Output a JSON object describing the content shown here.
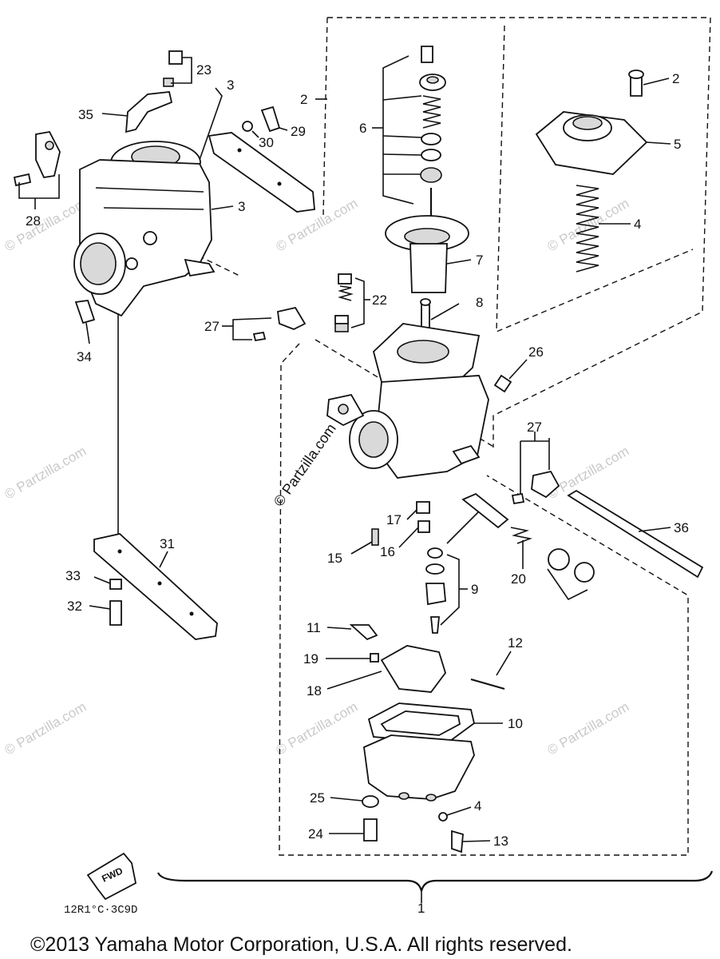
{
  "diagram": {
    "callouts": {
      "c1": "1",
      "c2a": "2",
      "c2b": "2",
      "c3a": "3",
      "c3b": "3",
      "c4a": "4",
      "c4b": "4",
      "c5": "5",
      "c6": "6",
      "c7": "7",
      "c8": "8",
      "c9": "9",
      "c10": "10",
      "c11": "11",
      "c12": "12",
      "c13": "13",
      "c15": "15",
      "c16": "16",
      "c17": "17",
      "c18": "18",
      "c19": "19",
      "c20": "20",
      "c22": "22",
      "c23": "23",
      "c24": "24",
      "c25": "25",
      "c26": "26",
      "c27a": "27",
      "c27b": "27",
      "c28": "28",
      "c29": "29",
      "c30": "30",
      "c31": "31",
      "c32": "32",
      "c33": "33",
      "c34": "34",
      "c35": "35",
      "c36": "36"
    },
    "fwd_label": "FWD",
    "drawing_code": "12R1°C·3C9D",
    "center_watermark": "© Partzilla.com",
    "watermark": "© Partzilla.com"
  },
  "footer": {
    "copyright": "©2013 Yamaha Motor Corporation, U.S.A. All rights reserved."
  }
}
